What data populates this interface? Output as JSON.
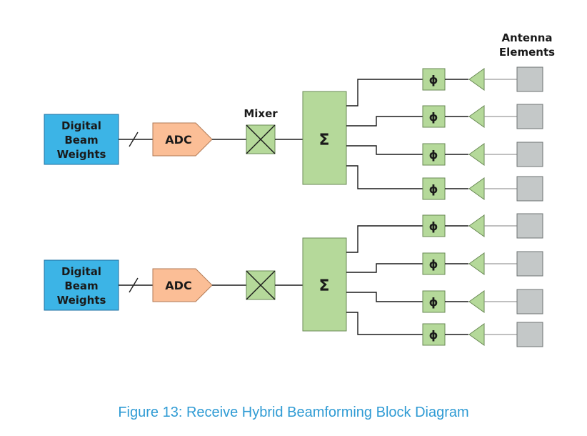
{
  "header": {
    "antenna_line1": "Antenna",
    "antenna_line2": "Elements"
  },
  "mixer_label": "Mixer",
  "caption": "Figure 13: Receive Hybrid Beamforming Block Diagram",
  "blocks": {
    "dbw_line1": "Digital",
    "dbw_line2": "Beam",
    "dbw_line3": "Weights",
    "adc": "ADC",
    "sum": "Σ",
    "phase": "ϕ"
  },
  "colors": {
    "dbw_fill": "#3cb4e6",
    "adc_fill": "#fbbe96",
    "green_fill": "#b5d99a",
    "antenna_fill": "#c4c8c8",
    "caption": "#2f9bd4"
  }
}
